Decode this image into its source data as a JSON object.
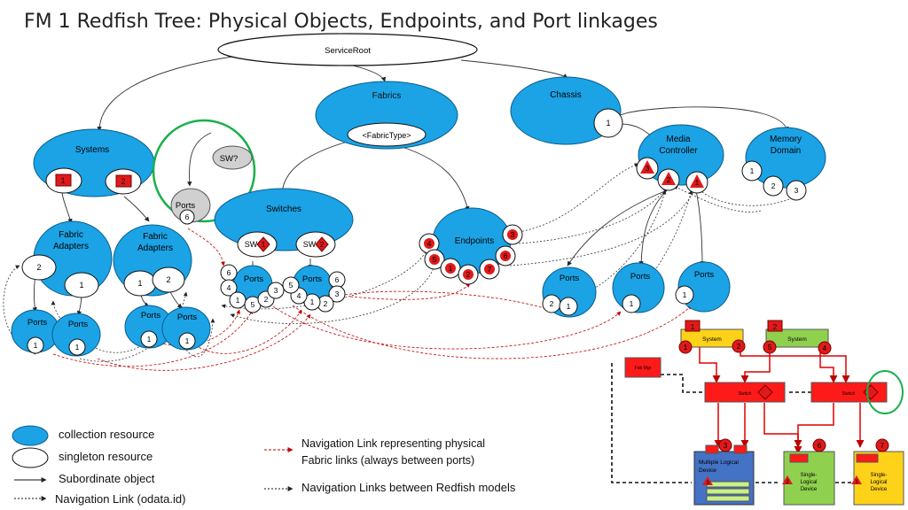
{
  "title": "FM 1 Redfish Tree:  Physical Objects, Endpoints, and Port linkages",
  "nodes": {
    "service_root": "ServiceRoot",
    "fabrics": "Fabrics",
    "fabric_type": "<FabricType>",
    "chassis": "Chassis",
    "chassis_1": "1",
    "systems": "Systems",
    "sys_1": "1",
    "sys_2": "2",
    "sw_q": "SW?",
    "ports_grey": "Ports",
    "ports_grey_6": "6",
    "switches": "Switches",
    "sw1_label": "SW",
    "sw1_num": "1",
    "sw2_label": "SW",
    "sw2_num": "2",
    "endpoints": "Endpoints",
    "media_controller": "Media Controller",
    "memory_domain": "Memory Domain",
    "fabric_adapters_1": "Fabric Adapters",
    "fabric_adapters_2": "Fabric Adapters",
    "ports": "Ports",
    "n1": "1",
    "n2": "2",
    "n3": "3",
    "n4": "4",
    "n5": "5",
    "n6": "6",
    "n7": "7"
  },
  "hardware": {
    "system_label": "System",
    "switch_label": "Switch",
    "fabric_manager": "Fab Mgr",
    "multiple_logical_device": "Multiple Logical Device",
    "single_logical_device_1": "Single-Logical Device",
    "single_logical_device_2": "Single-Logical Device"
  },
  "legend": {
    "collection": "collection resource",
    "singleton": "singleton resource",
    "subordinate": "Subordinate object",
    "navigation": "Navigation Link (odata.id)",
    "physical": "Navigation Link representing physical Fabric links (always between ports)",
    "between_models": "Navigation Links between Redfish models"
  },
  "colors": {
    "collection_fill": "#1ba3e6",
    "physical_link": "#c00000",
    "system_fill": "#ffd21a",
    "system_fill_2": "#8fd14f",
    "switch_fill": "#ff1a1a",
    "mld_fill": "#4472c4",
    "green_circle": "#19b04b"
  }
}
